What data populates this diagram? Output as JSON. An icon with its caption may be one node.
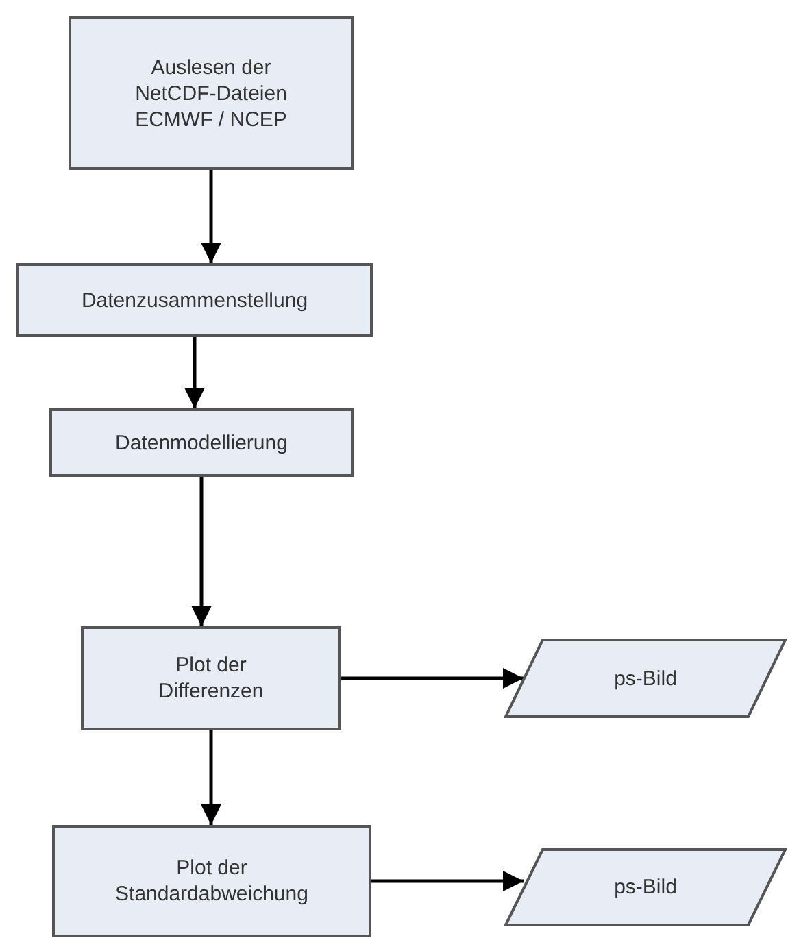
{
  "diagram": {
    "nodes": [
      {
        "text": [
          "Auslesen der NetCDF-Dateien ECMWF / NCEP"
        ]
      },
      {
        "text": [
          "Datenzusammenstellung"
        ]
      },
      {
        "text": [
          "Datenmodellierung"
        ]
      },
      {
        "text": [
          "Plot der Differenzen"
        ]
      },
      {
        "text": [
          "ps-Bild"
        ]
      },
      {
        "text": [
          "Plot der Standardabweichung"
        ]
      },
      {
        "text": [
          "ps-Bild"
        ]
      }
    ],
    "edges": [
      {
        "from": 0,
        "to": 1,
        "arrow": "to"
      },
      {
        "from": 1,
        "to": 2,
        "arrow": "to"
      },
      {
        "from": 2,
        "to": 3,
        "arrow": "to"
      },
      {
        "from": 3,
        "to": 4,
        "arrow": "to"
      },
      {
        "from": 3,
        "to": 5,
        "arrow": "to"
      },
      {
        "from": 5,
        "to": 6,
        "arrow": "to"
      }
    ]
  }
}
